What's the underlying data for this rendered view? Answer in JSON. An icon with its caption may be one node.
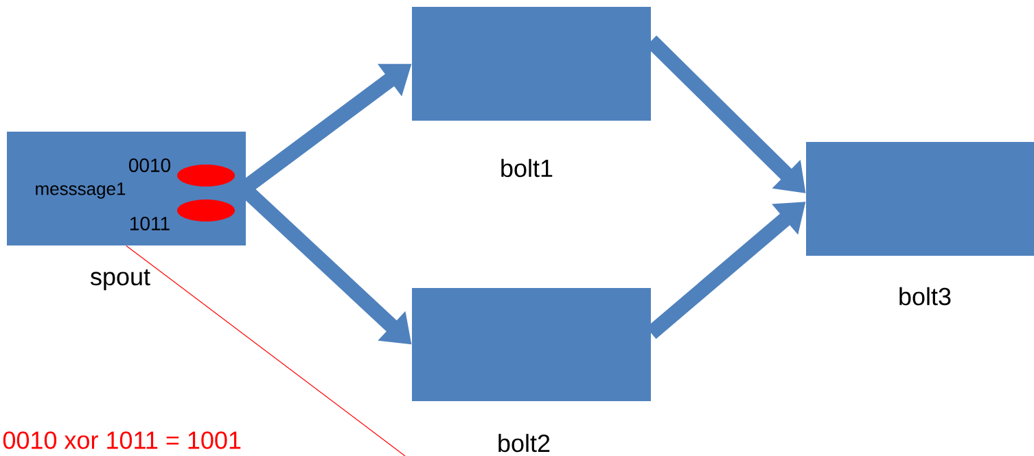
{
  "diagram": {
    "nodes": [
      {
        "text": [
          "messsage1",
          "0010",
          "1011"
        ],
        "beside": [
          "spout"
        ]
      },
      {
        "text": [],
        "shape": "ellipse",
        "in": 0
      },
      {
        "text": [],
        "shape": "ellipse",
        "in": 0
      },
      {
        "text": [],
        "shape": "box",
        "beside": [
          "bolt1"
        ]
      },
      {
        "text": [],
        "shape": "box",
        "beside": [
          "bolt2"
        ]
      },
      {
        "text": [],
        "shape": "box",
        "beside": [
          "bolt3"
        ]
      }
    ],
    "edges": [
      {
        "from": 0,
        "to": 3,
        "arrow": "to"
      },
      {
        "from": 0,
        "to": 4,
        "arrow": "to"
      },
      {
        "from": 3,
        "to": 5,
        "arrow": "to"
      },
      {
        "from": 4,
        "to": 5,
        "arrow": "to"
      },
      {
        "from": 0,
        "to": null,
        "arrow": "none",
        "color": "#ff0000"
      }
    ],
    "labels": [
      "0010 xor 1011 = 1001"
    ]
  }
}
